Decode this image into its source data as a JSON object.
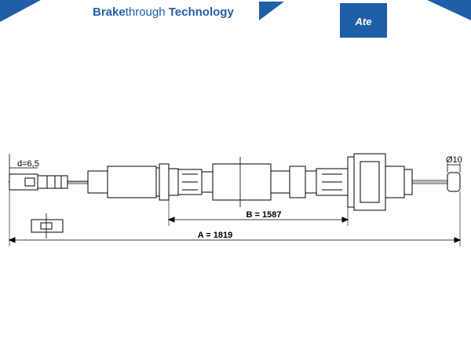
{
  "header": {
    "brand_bold": "Brake",
    "brand_light": "through",
    "brand_rest": "Technology",
    "logo_text": "Ate",
    "accent_color": "#1f5fa8"
  },
  "drawing": {
    "d_label": "d=6,5",
    "diameter_label": "Ø10",
    "dim_b_label": "B = 1587",
    "dim_a_label": "A = 1819"
  }
}
